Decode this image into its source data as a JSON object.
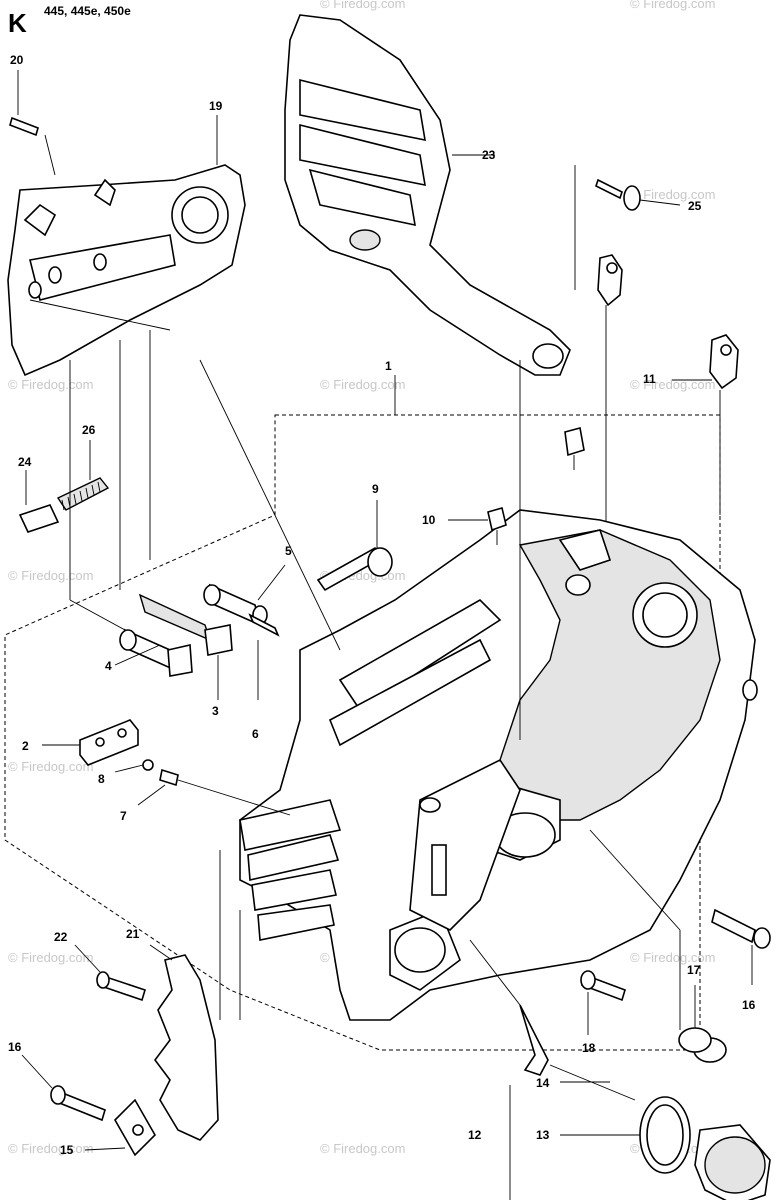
{
  "diagram": {
    "section_letter": "K",
    "models": "445, 445e, 450e",
    "watermark": "© Firedog.com",
    "parts": [
      {
        "number": "1"
      },
      {
        "number": "2"
      },
      {
        "number": "3"
      },
      {
        "number": "4"
      },
      {
        "number": "5"
      },
      {
        "number": "6"
      },
      {
        "number": "7"
      },
      {
        "number": "8"
      },
      {
        "number": "9"
      },
      {
        "number": "10"
      },
      {
        "number": "11"
      },
      {
        "number": "12"
      },
      {
        "number": "13"
      },
      {
        "number": "14"
      },
      {
        "number": "15"
      },
      {
        "number": "16"
      },
      {
        "number": "16"
      },
      {
        "number": "17"
      },
      {
        "number": "18"
      },
      {
        "number": "19"
      },
      {
        "number": "20"
      },
      {
        "number": "21"
      },
      {
        "number": "22"
      },
      {
        "number": "23"
      },
      {
        "number": "24"
      },
      {
        "number": "25"
      },
      {
        "number": "26"
      }
    ]
  }
}
